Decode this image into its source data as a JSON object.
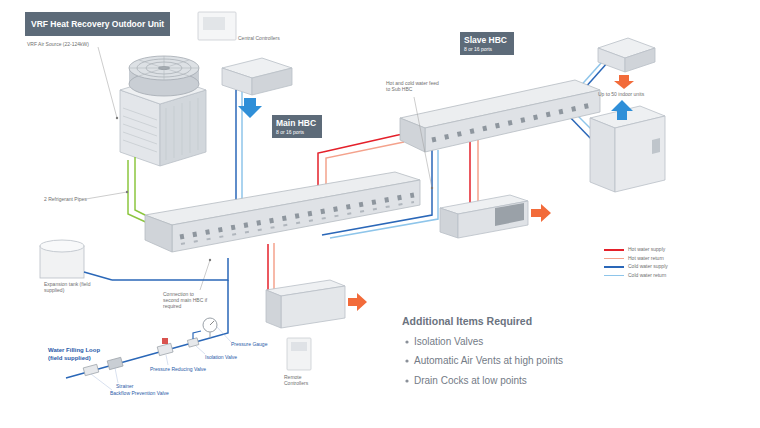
{
  "diagram": {
    "nodes": [
      {
        "text": [
          "VRF Heat Recovery Outdoor Unit",
          "VRF Air Source (22-124kW)"
        ]
      },
      {
        "text": [
          "Main HBC",
          "8 or 16 ports"
        ]
      },
      {
        "text": [
          "Slave HBC",
          "8 or 16 ports"
        ]
      },
      {
        "text": [
          "Expansion tank (field supplied)"
        ]
      }
    ],
    "edges": [
      {
        "from": 0,
        "to": 1,
        "arrow": "none"
      },
      {
        "from": 1,
        "to": 2,
        "arrow": "none"
      },
      {
        "from": 3,
        "to": 1,
        "arrow": "none"
      }
    ],
    "labels": [
      "2 Refrigerant Pipes",
      "Central Controllers",
      "Hot and cold water feed to Sub HBC",
      "Up to 50 indoor units",
      "Connection to second main HBC if required",
      "Remote Controllers",
      "Water Filling Loop (field supplied)",
      "Pressure Gauge",
      "Isolation Valve",
      "Pressure Reducing Valve",
      "Strainer",
      "Backflow Prevention Valve",
      "Additional Items Required",
      "Isolation Valves",
      "Automatic Air Vents at high points",
      "Drain Cocks at low points"
    ],
    "legend": [
      {
        "text": "Hot water supply",
        "color": "#e4202a"
      },
      {
        "text": "Hot water return",
        "color": "#f4a28c"
      },
      {
        "text": "Cold water supply",
        "color": "#2a67b8"
      },
      {
        "text": "Cold water return",
        "color": "#8ec5ea"
      }
    ]
  }
}
